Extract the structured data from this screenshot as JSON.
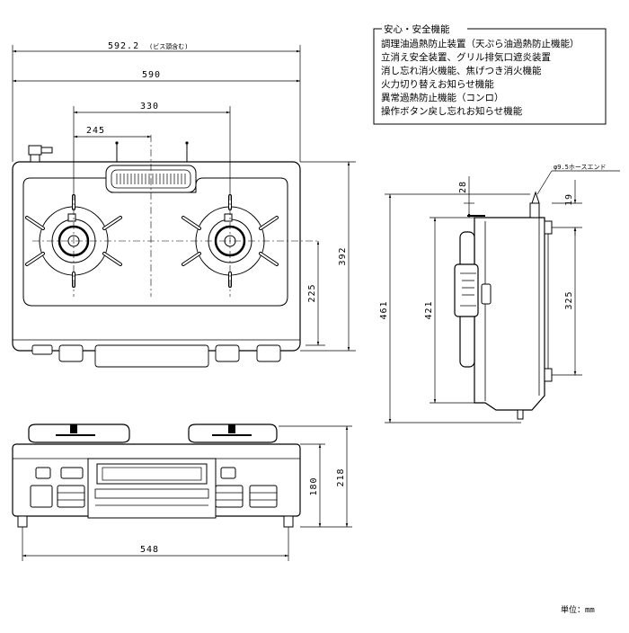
{
  "features": {
    "title": "安心・安全機能",
    "items": [
      "調理油過熱防止装置（天ぷら油過熱防止機能）",
      "立消え安全装置、グリル排気口遮炎装置",
      "消し忘れ消火機能、焦げつき消火機能",
      "火力切り替えお知らせ機能",
      "異常過熱防止機能（コンロ）",
      "操作ボタン戻し忘れお知らせ機能"
    ]
  },
  "top_view": {
    "width_with_screw": "592.2",
    "width_with_screw_note": "(ビス頭含む)",
    "width": "590",
    "burner_span": "330",
    "left_burner_offset": "245",
    "depth": "392",
    "burner_to_front": "225"
  },
  "side_view": {
    "hose_label": "φ9.5ホースエンド",
    "hose_height": "28",
    "hose_offset": "19",
    "total_depth": "461",
    "body_depth": "421",
    "hose_to_front": "325"
  },
  "front_view": {
    "total_height": "218",
    "body_height": "180",
    "foot_width": "548"
  },
  "unit_label": "単位：mm"
}
